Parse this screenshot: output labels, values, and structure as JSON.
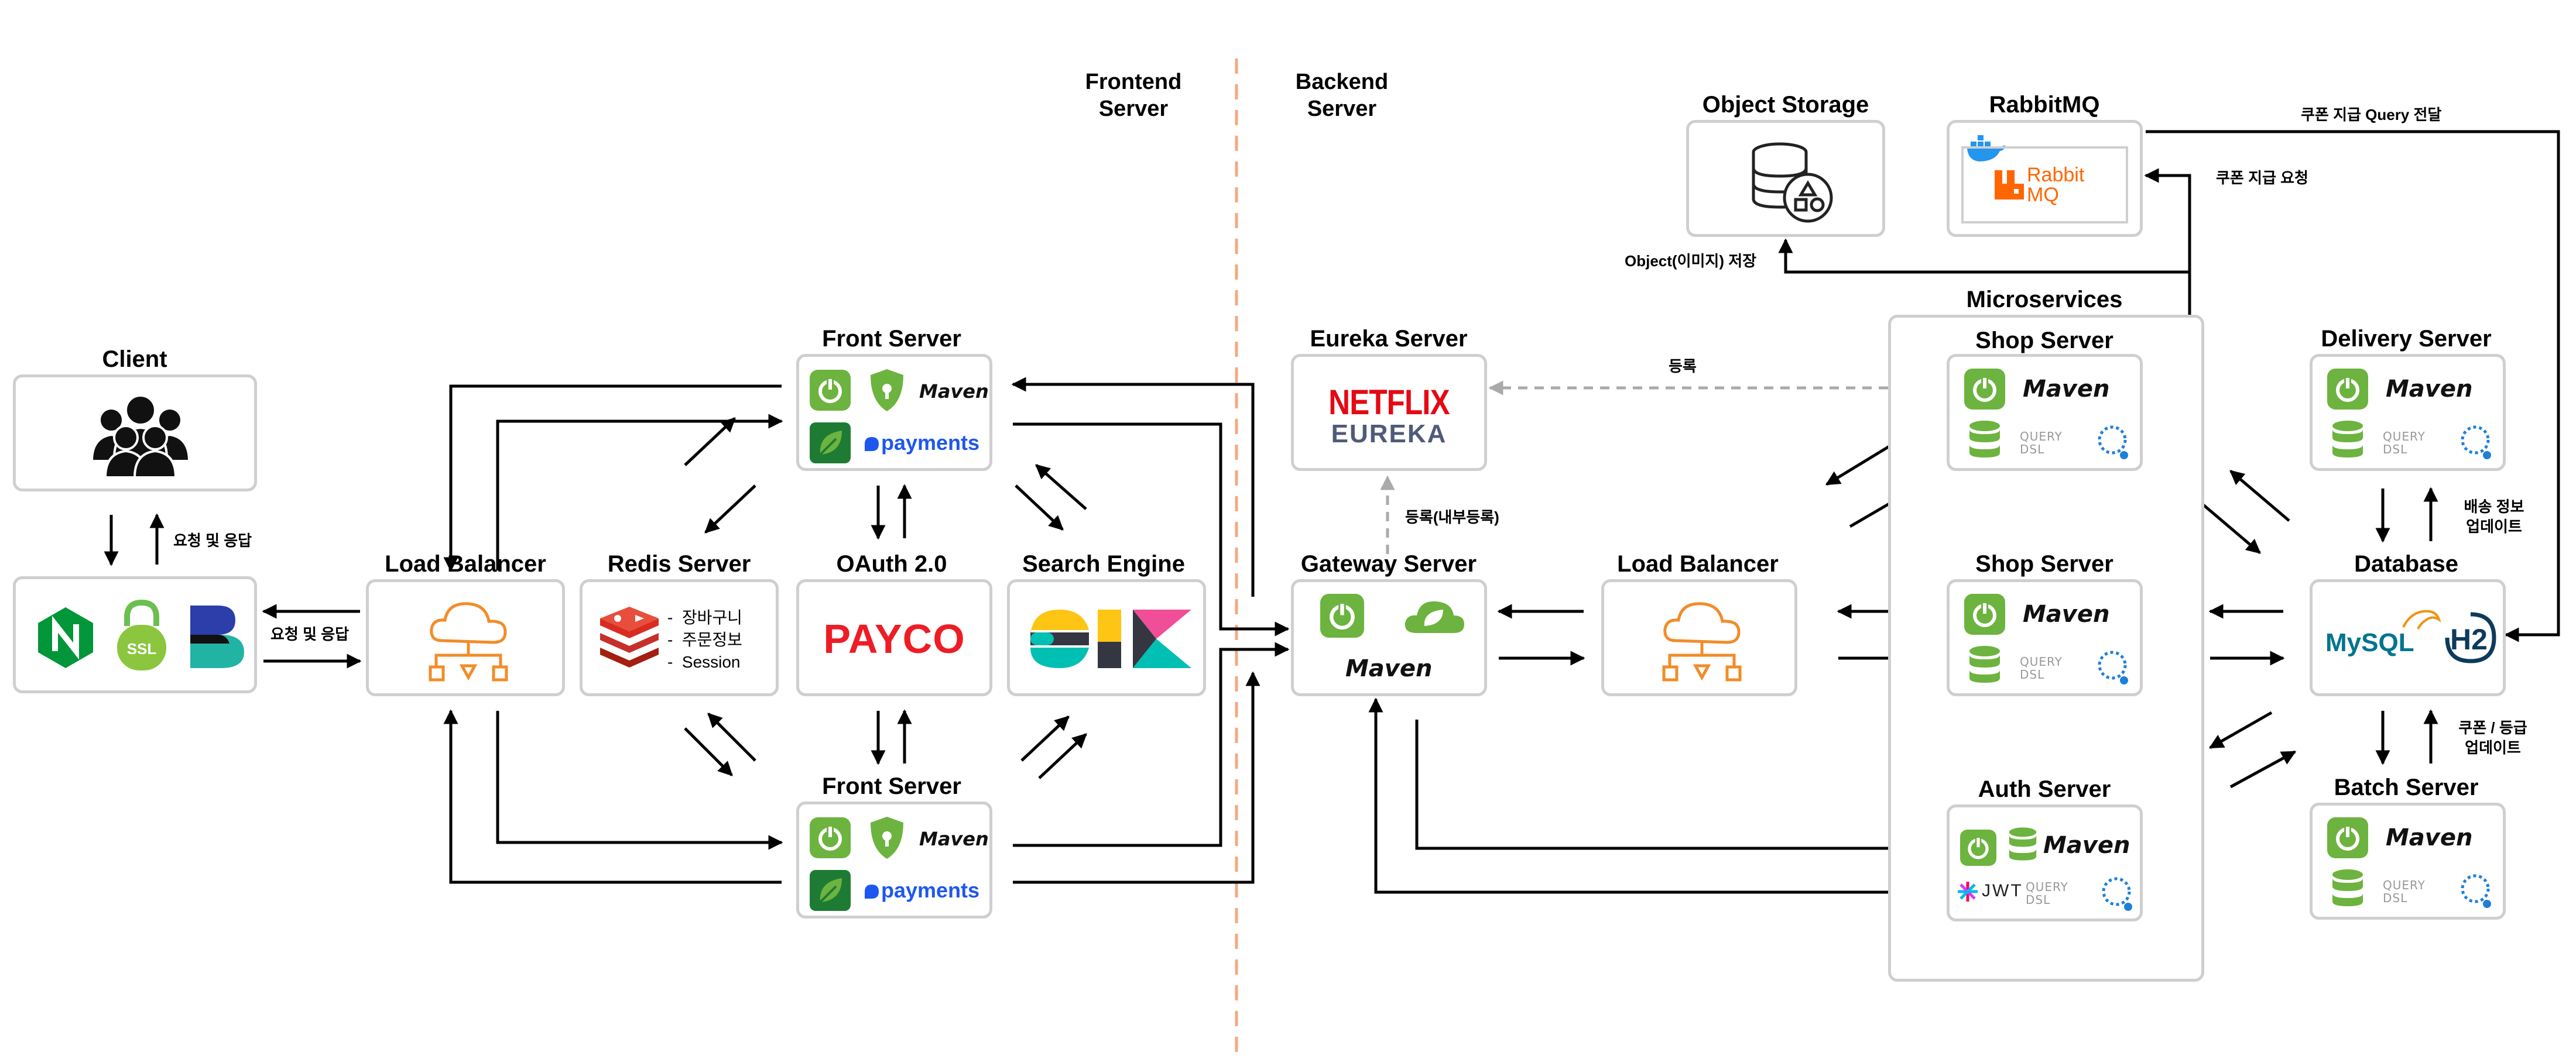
{
  "zones": {
    "frontend": "Frontend\nServer",
    "backend": "Backend\nServer"
  },
  "nodes": {
    "client": "Client",
    "load_balancer_front": "Load Balancer",
    "redis": "Redis Server",
    "redis_items": [
      "장바구니",
      "주문정보",
      "Session"
    ],
    "front_top": "Front Server",
    "front_bottom": "Front Server",
    "oauth": "OAuth 2.0",
    "payco": "PAYCO",
    "search": "Search Engine",
    "eureka": "Eureka Server",
    "gateway": "Gateway Server",
    "load_balancer_back": "Load Balancer",
    "microservices": "Microservices",
    "shop1": "Shop Server",
    "shop2": "Shop Server",
    "auth": "Auth Server",
    "object_storage": "Object Storage",
    "rabbitmq": "RabbitMQ",
    "delivery": "Delivery Server",
    "database": "Database",
    "batch": "Batch Server"
  },
  "edge_labels": {
    "client_req": "요청 및 응답",
    "lb_req": "요청 및 응답",
    "eureka_register": "등록",
    "eureka_internal": "등록(내부등록)",
    "object_save": "Object(이미지) 저장",
    "coupon_request": "쿠폰 지급 요청",
    "coupon_query": "쿠폰 지급 Query 전달",
    "delivery_update": "배송 정보\n업데이트",
    "grade_update": "쿠폰 / 등급\n업데이트"
  },
  "logos": {
    "maven": "Maven",
    "payments": "payments",
    "netflix": "NETFLIX",
    "eureka": "EUREKA",
    "mysql": "MySQL",
    "h2": "H2",
    "ssl": "SSL",
    "jwt": "JWT",
    "querydsl": "QUERY\nDSL",
    "rabbit": "Rabbit\nMQ"
  },
  "icons": [
    "users-icon",
    "nginx-icon",
    "ssl-lock-icon",
    "cloud-network-icon",
    "redis-icon",
    "spring-icon",
    "shield-icon",
    "leaf-icon",
    "database-icon",
    "elk-icon",
    "object-storage-icon",
    "docker-icon",
    "jwt-icon"
  ],
  "colors": {
    "spring": "#6db33f",
    "netflix": "#e50914",
    "payco": "#ee1c25",
    "payments": "#1e57f0",
    "divider": "#f4a97f",
    "lb_orange": "#f28c28",
    "rabbit": "#ff6600",
    "mysql": "#00758f",
    "h2": "#0c3b5c"
  }
}
